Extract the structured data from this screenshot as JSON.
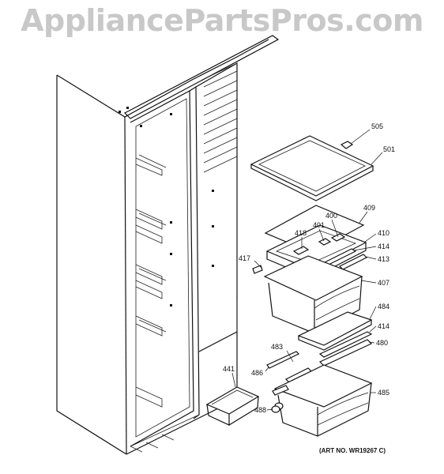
{
  "watermark": "AppliancePartsPros.com",
  "art_number": "(ART NO. WR19267 C)",
  "callouts": {
    "c505": "505",
    "c501": "501",
    "c409": "409",
    "c400": "400",
    "c401": "401",
    "c418": "418",
    "c410": "410",
    "c414a": "414",
    "c417": "417",
    "c413": "413",
    "c407": "407",
    "c484": "484",
    "c414b": "414",
    "c483": "483",
    "c480": "480",
    "c441": "441",
    "c486": "486",
    "c485": "485",
    "c488": "488"
  }
}
